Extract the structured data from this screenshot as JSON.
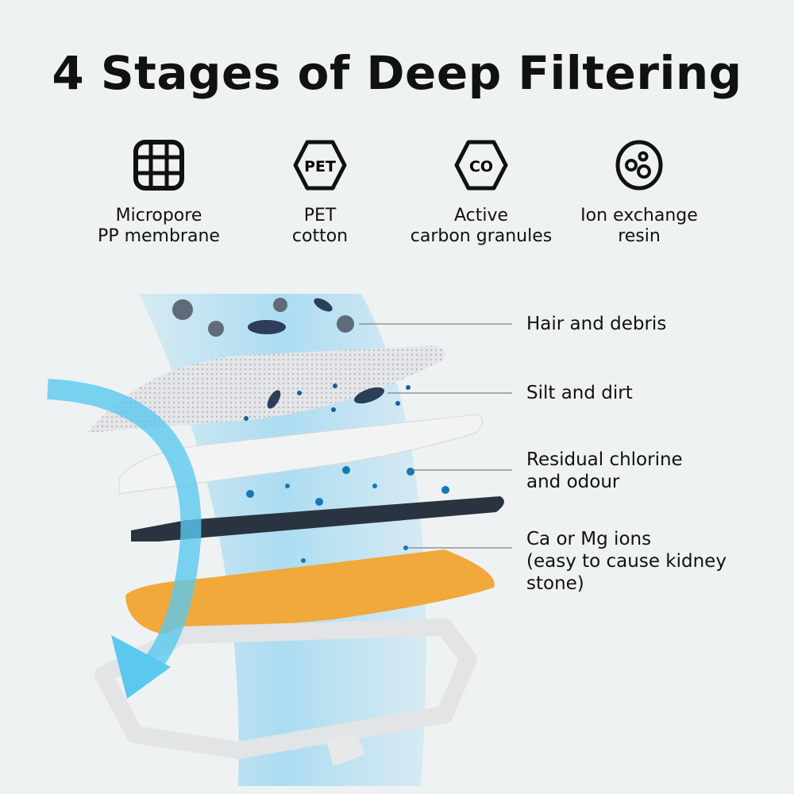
{
  "title": "4 Stages of Deep Filtering",
  "stages": [
    {
      "icon": "grid-icon",
      "line1": "Micropore",
      "line2": "PP membrane"
    },
    {
      "icon": "pet-hexagon-icon",
      "icon_text": "PET",
      "line1": "PET",
      "line2": "cotton"
    },
    {
      "icon": "co-hexagon-icon",
      "icon_text": "CO",
      "line1": "Active",
      "line2": "carbon granules"
    },
    {
      "icon": "resin-beads-icon",
      "line1": "Ion exchange",
      "line2": "resin"
    }
  ],
  "callouts": [
    {
      "lines": [
        "Hair and debris"
      ]
    },
    {
      "lines": [
        "Silt and dirt"
      ]
    },
    {
      "lines": [
        "Residual chlorine",
        "and odour"
      ]
    },
    {
      "lines": [
        "Ca or Mg ions",
        "(easy to cause kidney",
        "stone)"
      ]
    }
  ],
  "colors": {
    "accent": "#5bc8ef",
    "carbon": "#2a3440",
    "resin": "#f0a93a"
  }
}
